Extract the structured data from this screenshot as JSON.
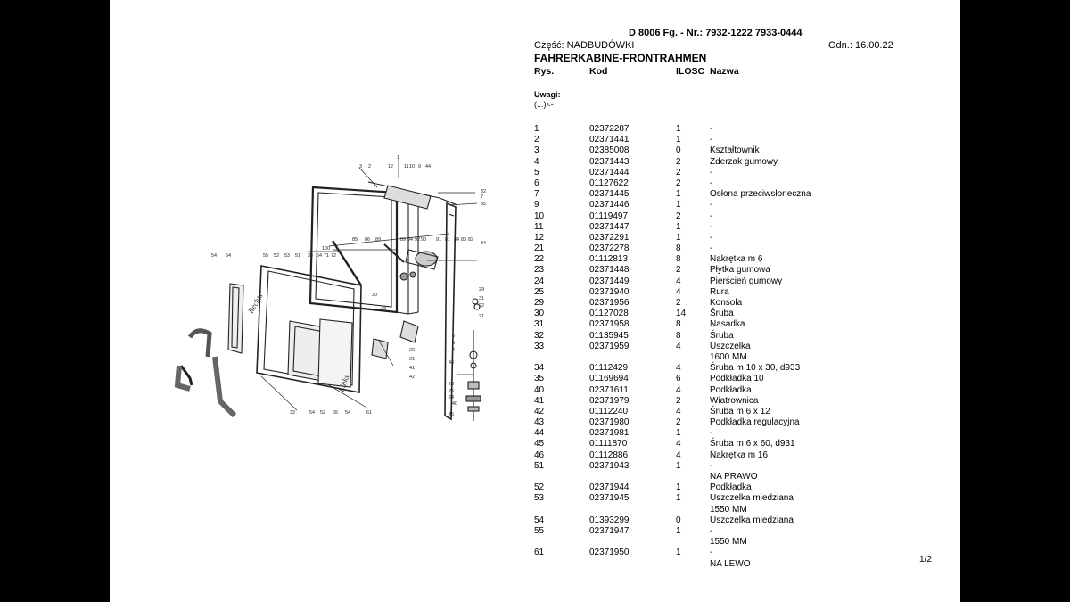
{
  "header": {
    "title": "D 8006 Fg. - Nr.: 7932-1222 7933-0444",
    "part": "Część: NADBUDÓWKI",
    "edition": "Odn.: 16.00.22",
    "section": "FAHRERKABINE-FRONTRAHMEN"
  },
  "columns": {
    "rys": "Rys.",
    "kod": "Kod",
    "ilosc": "ILOSC",
    "nazwa": "Nazwa"
  },
  "notes": {
    "label": "Uwagi:",
    "text": "(...)<-"
  },
  "rows": [
    {
      "rys": "1",
      "kod": "02372287",
      "ilosc": "1",
      "nazwa": "-"
    },
    {
      "rys": "2",
      "kod": "02371441",
      "ilosc": "1",
      "nazwa": "-"
    },
    {
      "rys": "3",
      "kod": "02385008",
      "ilosc": "0",
      "nazwa": "Kształtownik"
    },
    {
      "rys": "4",
      "kod": "02371443",
      "ilosc": "2",
      "nazwa": "Zderzak gumowy"
    },
    {
      "rys": "5",
      "kod": "02371444",
      "ilosc": "2",
      "nazwa": "-"
    },
    {
      "rys": "6",
      "kod": "01127622",
      "ilosc": "2",
      "nazwa": "-"
    },
    {
      "rys": "7",
      "kod": "02371445",
      "ilosc": "1",
      "nazwa": "Osłona przeciwsłoneczna"
    },
    {
      "rys": "9",
      "kod": "02371446",
      "ilosc": "1",
      "nazwa": "-"
    },
    {
      "rys": "10",
      "kod": "01119497",
      "ilosc": "2",
      "nazwa": "-"
    },
    {
      "rys": "11",
      "kod": "02371447",
      "ilosc": "1",
      "nazwa": "-"
    },
    {
      "rys": "12",
      "kod": "02372291",
      "ilosc": "1",
      "nazwa": "-"
    },
    {
      "rys": "21",
      "kod": "02372278",
      "ilosc": "8",
      "nazwa": "-"
    },
    {
      "rys": "22",
      "kod": "01112813",
      "ilosc": "8",
      "nazwa": "Nakrętka m 6"
    },
    {
      "rys": "23",
      "kod": "02371448",
      "ilosc": "2",
      "nazwa": "Płytka gumowa"
    },
    {
      "rys": "24",
      "kod": "02371449",
      "ilosc": "4",
      "nazwa": "Pierścień gumowy"
    },
    {
      "rys": "25",
      "kod": "02371940",
      "ilosc": "4",
      "nazwa": "Rura"
    },
    {
      "rys": "29",
      "kod": "02371956",
      "ilosc": "2",
      "nazwa": "Konsola"
    },
    {
      "rys": "30",
      "kod": "01127028",
      "ilosc": "14",
      "nazwa": "Śruba"
    },
    {
      "rys": "31",
      "kod": "02371958",
      "ilosc": "8",
      "nazwa": "Nasadka"
    },
    {
      "rys": "32",
      "kod": "01135945",
      "ilosc": "8",
      "nazwa": "Śruba"
    },
    {
      "rys": "33",
      "kod": "02371959",
      "ilosc": "4",
      "nazwa": "Uszczelka"
    },
    {
      "rys": "",
      "kod": "",
      "ilosc": "",
      "nazwa": "1600 MM"
    },
    {
      "rys": "34",
      "kod": "01112429",
      "ilosc": "4",
      "nazwa": "Śruba m 10 x 30, d933"
    },
    {
      "rys": "35",
      "kod": "01169694",
      "ilosc": "6",
      "nazwa": "Podkładka 10"
    },
    {
      "rys": "40",
      "kod": "02371611",
      "ilosc": "4",
      "nazwa": "Podkładka"
    },
    {
      "rys": "41",
      "kod": "02371979",
      "ilosc": "2",
      "nazwa": "Wiatrownica"
    },
    {
      "rys": "42",
      "kod": "01112240",
      "ilosc": "4",
      "nazwa": "Śruba m 6 x 12"
    },
    {
      "rys": "43",
      "kod": "02371980",
      "ilosc": "2",
      "nazwa": "Podkładka regulacyjna"
    },
    {
      "rys": "44",
      "kod": "02371981",
      "ilosc": "1",
      "nazwa": "-"
    },
    {
      "rys": "45",
      "kod": "01111870",
      "ilosc": "4",
      "nazwa": "Śruba m 6 x 60, d931"
    },
    {
      "rys": "46",
      "kod": "01112886",
      "ilosc": "4",
      "nazwa": "Nakrętka m 16"
    },
    {
      "rys": "51",
      "kod": "02371943",
      "ilosc": "1",
      "nazwa": "-"
    },
    {
      "rys": "",
      "kod": "",
      "ilosc": "",
      "nazwa": "NA PRAWO"
    },
    {
      "rys": "52",
      "kod": "02371944",
      "ilosc": "1",
      "nazwa": "Podkładka"
    },
    {
      "rys": "53",
      "kod": "02371945",
      "ilosc": "1",
      "nazwa": "Uszczelka miedziana"
    },
    {
      "rys": "",
      "kod": "",
      "ilosc": "",
      "nazwa": "1550 MM"
    },
    {
      "rys": "54",
      "kod": "01393299",
      "ilosc": "0",
      "nazwa": "Uszczelka miedziana"
    },
    {
      "rys": "55",
      "kod": "02371947",
      "ilosc": "1",
      "nazwa": "-"
    },
    {
      "rys": "",
      "kod": "",
      "ilosc": "",
      "nazwa": "1550 MM"
    },
    {
      "rys": "61",
      "kod": "02371950",
      "ilosc": "1",
      "nazwa": "-"
    },
    {
      "rys": "",
      "kod": "",
      "ilosc": "",
      "nazwa": "NA LEWO"
    }
  ],
  "page_number": "1/2",
  "diagram": {
    "callouts": [
      "1",
      "3",
      "2",
      "12",
      "11",
      "10",
      "9",
      "44",
      "32",
      "7",
      "35",
      "34",
      "85",
      "86",
      "89",
      "89",
      "94",
      "92",
      "90",
      "91",
      "81",
      "84",
      "83",
      "82",
      "100",
      "33",
      "54",
      "71",
      "72",
      "55",
      "52",
      "53",
      "51",
      "54",
      "54",
      "30",
      "43",
      "29",
      "31",
      "22",
      "21",
      "6",
      "5",
      "4",
      "46",
      "23",
      "25",
      "24",
      "40",
      "45",
      "22",
      "21",
      "41",
      "42",
      "32",
      "54",
      "52",
      "55",
      "54",
      "61"
    ],
    "handwriting": [
      "Rechts",
      "Links"
    ]
  }
}
